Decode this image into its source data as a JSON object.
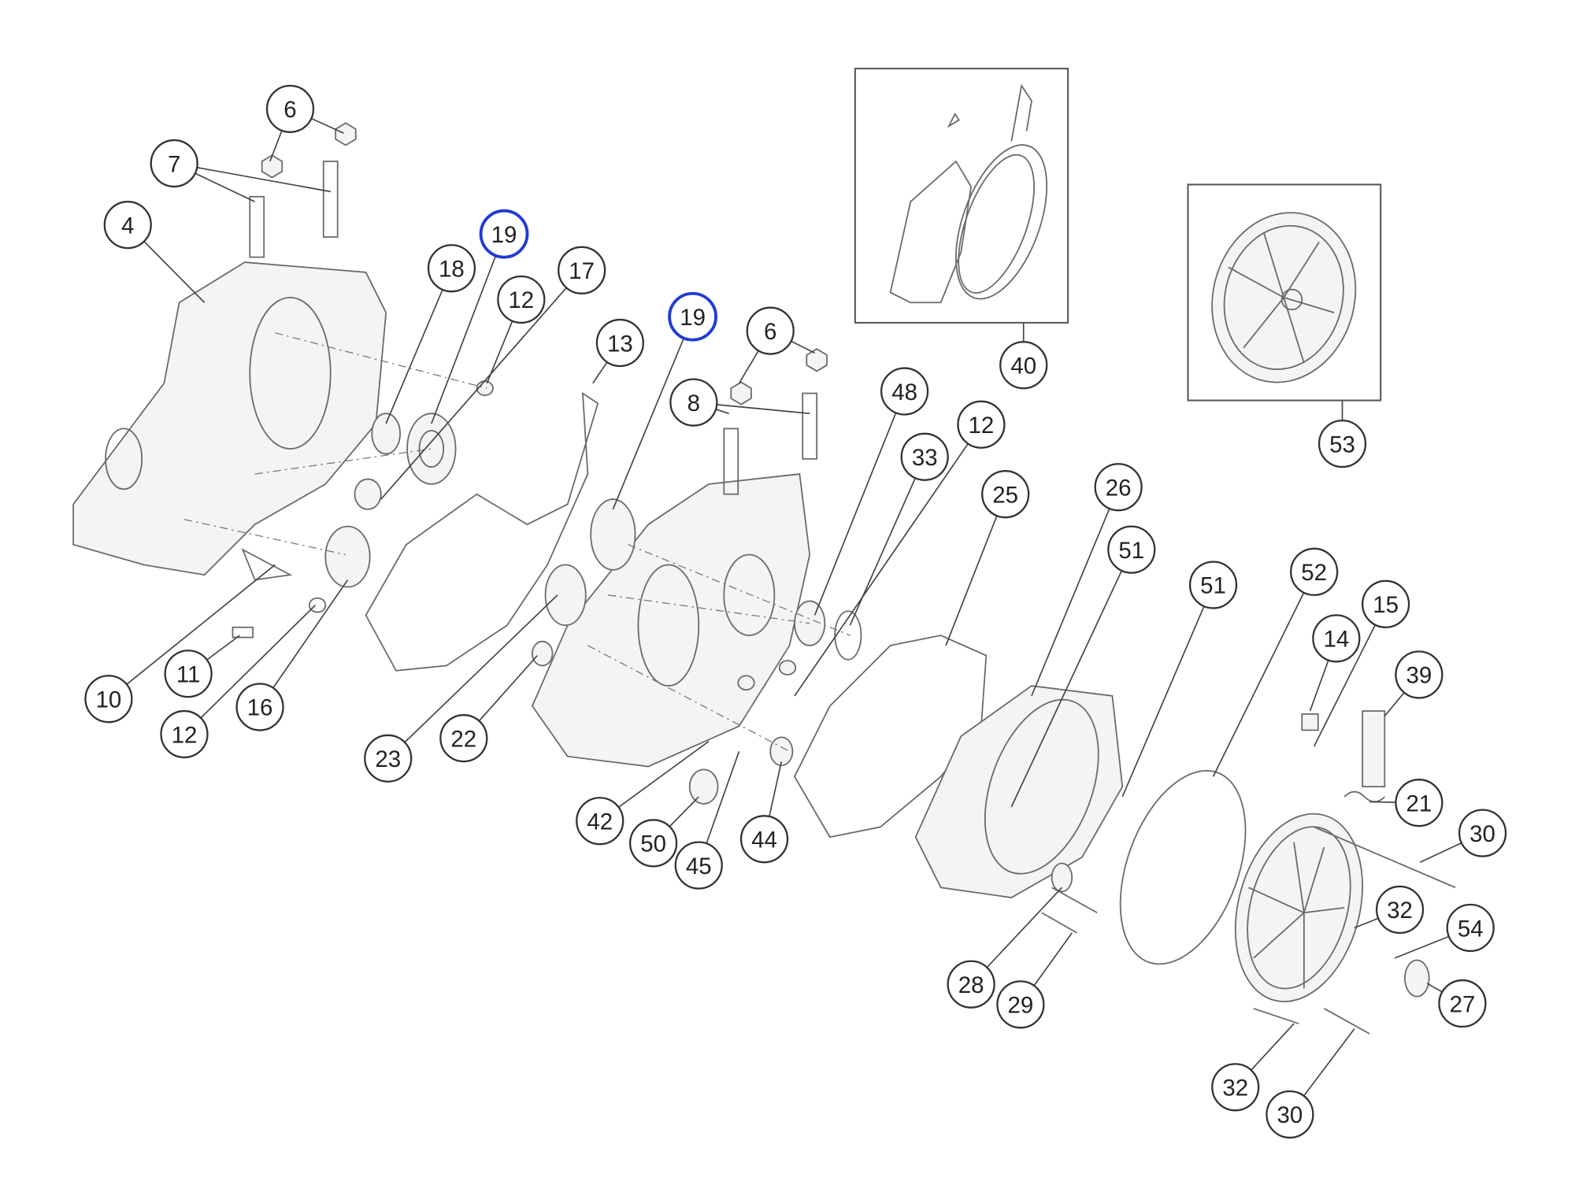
{
  "diagram": {
    "title": "Engine crankcase and covers exploded parts view",
    "highlight_color": "#1f3bd6",
    "callouts": [
      {
        "label": "6",
        "highlighted": false
      },
      {
        "label": "7",
        "highlighted": false
      },
      {
        "label": "4",
        "highlighted": false
      },
      {
        "label": "19",
        "highlighted": true
      },
      {
        "label": "18",
        "highlighted": false
      },
      {
        "label": "12",
        "highlighted": false
      },
      {
        "label": "17",
        "highlighted": false
      },
      {
        "label": "13",
        "highlighted": false
      },
      {
        "label": "19",
        "highlighted": true
      },
      {
        "label": "6",
        "highlighted": false
      },
      {
        "label": "8",
        "highlighted": false
      },
      {
        "label": "48",
        "highlighted": false
      },
      {
        "label": "33",
        "highlighted": false
      },
      {
        "label": "12",
        "highlighted": false
      },
      {
        "label": "25",
        "highlighted": false
      },
      {
        "label": "26",
        "highlighted": false
      },
      {
        "label": "51",
        "highlighted": false
      },
      {
        "label": "51",
        "highlighted": false
      },
      {
        "label": "52",
        "highlighted": false
      },
      {
        "label": "15",
        "highlighted": false
      },
      {
        "label": "14",
        "highlighted": false
      },
      {
        "label": "39",
        "highlighted": false
      },
      {
        "label": "21",
        "highlighted": false
      },
      {
        "label": "30",
        "highlighted": false
      },
      {
        "label": "32",
        "highlighted": false
      },
      {
        "label": "54",
        "highlighted": false
      },
      {
        "label": "27",
        "highlighted": false
      },
      {
        "label": "30",
        "highlighted": false
      },
      {
        "label": "32",
        "highlighted": false
      },
      {
        "label": "28",
        "highlighted": false
      },
      {
        "label": "29",
        "highlighted": false
      },
      {
        "label": "44",
        "highlighted": false
      },
      {
        "label": "45",
        "highlighted": false
      },
      {
        "label": "50",
        "highlighted": false
      },
      {
        "label": "42",
        "highlighted": false
      },
      {
        "label": "22",
        "highlighted": false
      },
      {
        "label": "23",
        "highlighted": false
      },
      {
        "label": "16",
        "highlighted": false
      },
      {
        "label": "12",
        "highlighted": false
      },
      {
        "label": "11",
        "highlighted": false
      },
      {
        "label": "10",
        "highlighted": false
      },
      {
        "label": "40",
        "highlighted": false
      },
      {
        "label": "53",
        "highlighted": false
      }
    ]
  }
}
